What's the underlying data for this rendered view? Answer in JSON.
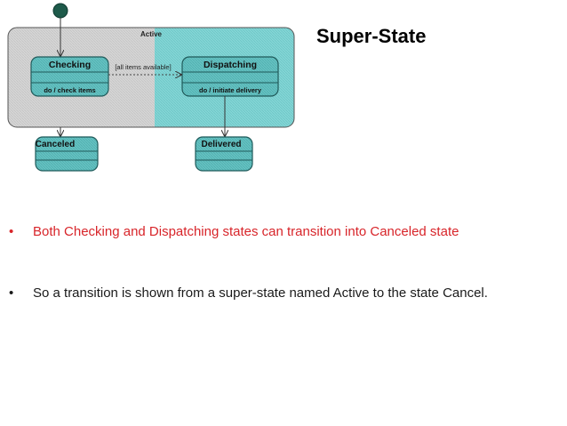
{
  "title": "Super-State",
  "diagram": {
    "superstate_label": "Active",
    "states": {
      "checking": {
        "name": "Checking",
        "action": "do / check items"
      },
      "dispatching": {
        "name": "Dispatching",
        "action": "do / initiate delivery"
      },
      "canceled": {
        "name": "Canceled"
      },
      "delivered": {
        "name": "Delivered"
      }
    },
    "guard": "[all items available]",
    "colors": {
      "state_fill": "#5cbcbc",
      "state_stroke": "#1f5a5a",
      "active_left_fill": "#d4d4d4",
      "active_right_fill": "#7fd3d3",
      "initial_node": "#1e5a4a"
    }
  },
  "bullets": [
    {
      "marker": "•",
      "text": "Both Checking and Dispatching states can transition into Canceled state"
    },
    {
      "marker": "•",
      "text": "So a transition is shown  from a super-state named Active to the state Cancel."
    }
  ]
}
